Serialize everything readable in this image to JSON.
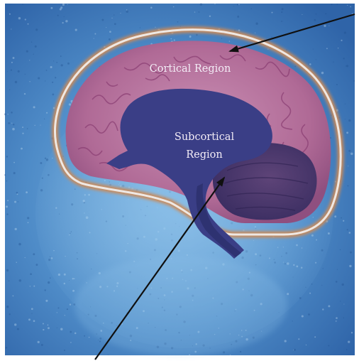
{
  "labels": {
    "cortical": "Cortical Region",
    "subcortical_line1": "Subcortical",
    "subcortical_line2": "Region"
  },
  "colors": {
    "background": "#3f78b8",
    "background_light": "#6aa6d8",
    "skull_outline": "#c98a5a",
    "cortex": "#b06a96",
    "cortex_light": "#c78aae",
    "subcortical": "#3a3e86",
    "subcortical_dark": "#2c2f6c",
    "cerebellum": "#4b3a6e",
    "arrow": "#101010",
    "label_text": "#f3ecf6"
  }
}
